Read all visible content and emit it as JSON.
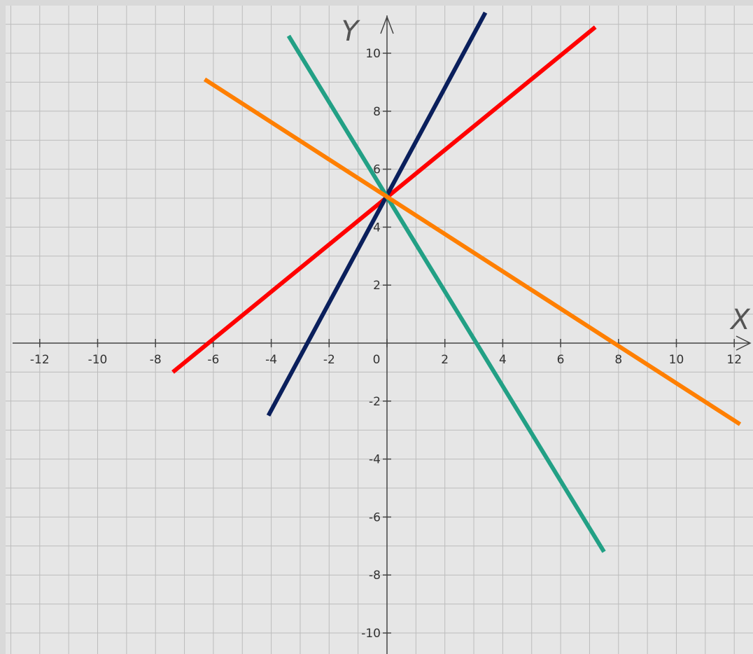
{
  "chart_data": {
    "type": "line",
    "title": "",
    "xlabel": "X",
    "ylabel": "Y",
    "xlim": [
      -13,
      12.5
    ],
    "ylim": [
      -10.5,
      11.4
    ],
    "x_ticks": [
      -12,
      -10,
      -8,
      -6,
      -4,
      -2,
      0,
      2,
      4,
      6,
      8,
      10,
      12
    ],
    "y_ticks": [
      -10,
      -8,
      -6,
      -4,
      -2,
      2,
      4,
      6,
      8,
      10
    ],
    "origin_label": "0",
    "grid": true,
    "grid_step": 1,
    "series": [
      {
        "color": "#ff0000",
        "x": [
          -7.4,
          7.2
        ],
        "y": [
          -1.0,
          10.9
        ]
      },
      {
        "color": "#0a1f5c",
        "x": [
          -4.1,
          3.4
        ],
        "y": [
          -2.5,
          11.4
        ]
      },
      {
        "color": "#22a085",
        "x": [
          -3.4,
          7.5
        ],
        "y": [
          10.6,
          -7.2
        ]
      },
      {
        "color": "#ff7f00",
        "x": [
          -6.3,
          12.2
        ],
        "y": [
          9.1,
          -2.8
        ]
      }
    ],
    "colors": {
      "background": "#e6e6e6",
      "grid": "#bcbcbc",
      "axis": "#444444"
    }
  }
}
